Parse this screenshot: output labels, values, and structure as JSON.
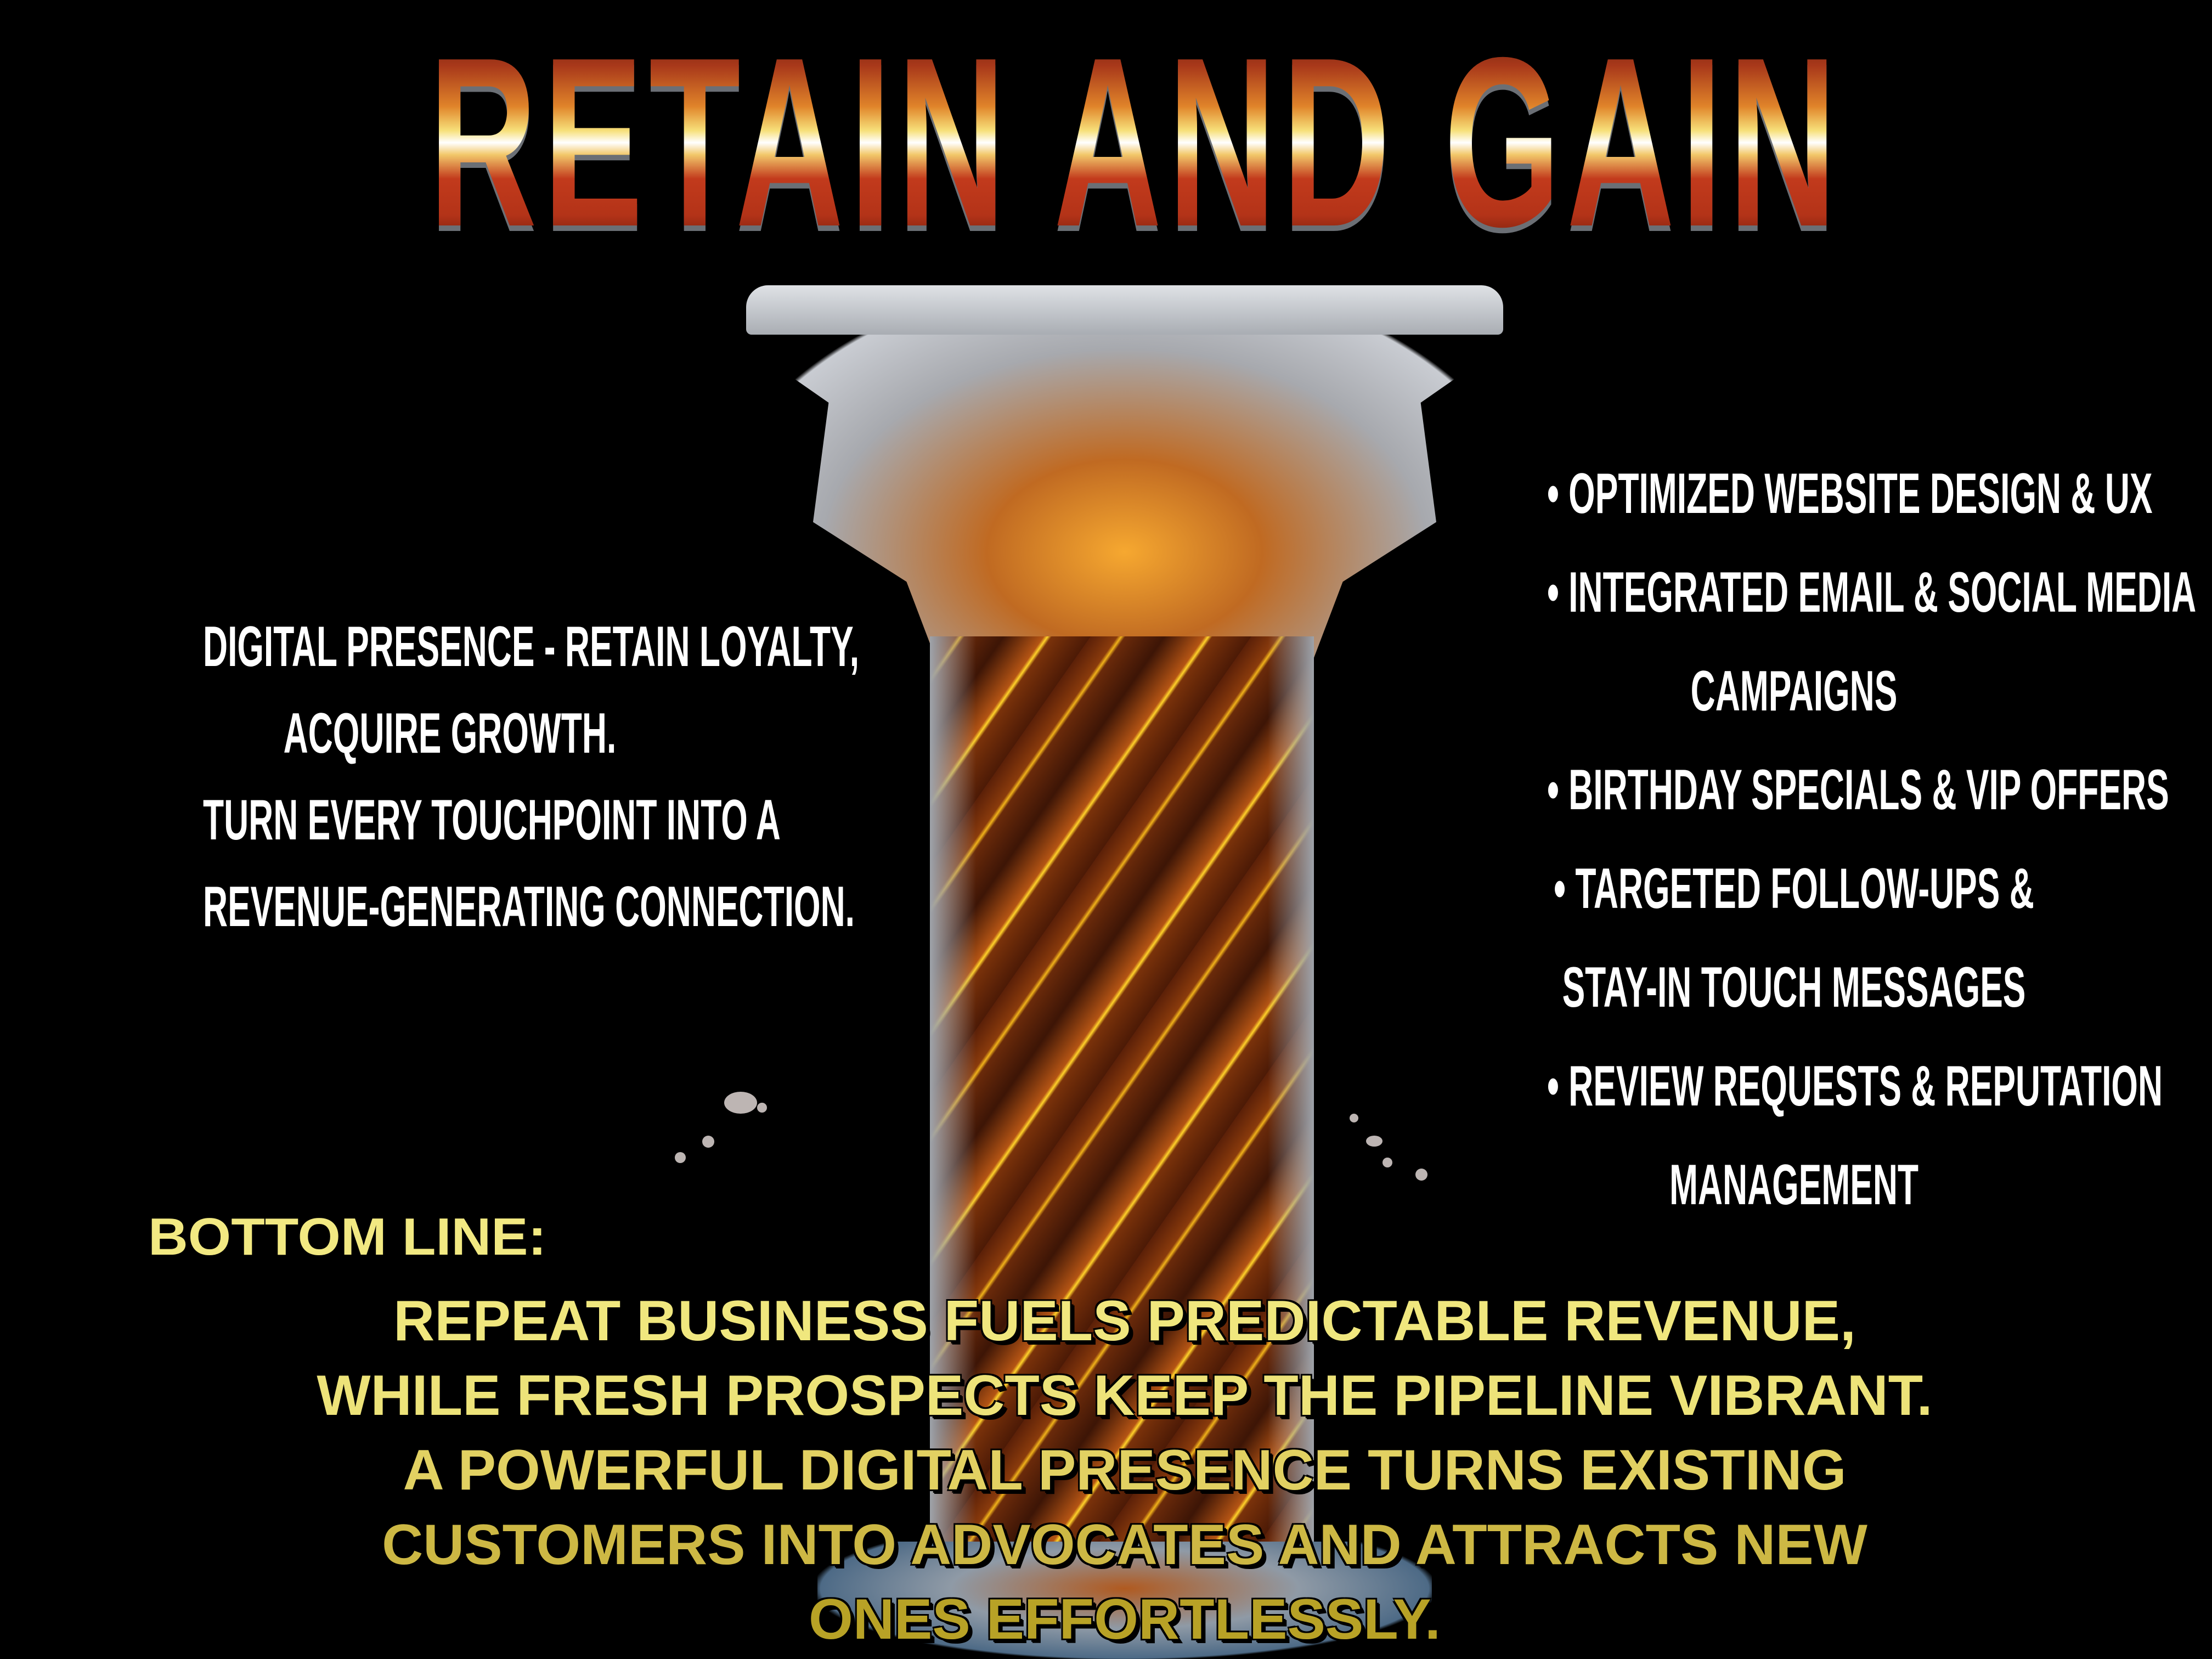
{
  "title": "RETAIN AND GAIN",
  "colors": {
    "background": "#000000",
    "title_gradient_dark": "#5a1a08",
    "title_gradient_red": "#c23a1c",
    "title_gradient_highlight": "#f7e07a",
    "title_shadow": "#6b6f75",
    "body_text": "#ffffff",
    "bottom_text_light": "#f2e982",
    "bottom_text_dark": "#b8a226"
  },
  "left_block": {
    "lines": [
      "DIGITAL PRESENCE - RETAIN LOYALTY,",
      "ACQUIRE GROWTH.",
      "TURN EVERY TOUCHPOINT INTO A",
      "REVENUE-GENERATING CONNECTION."
    ]
  },
  "right_block": {
    "lines": [
      "• OPTIMIZED WEBSITE DESIGN & UX",
      "• INTEGRATED EMAIL & SOCIAL MEDIA",
      "CAMPAIGNS",
      "• BIRTHDAY SPECIALS & VIP OFFERS",
      "• TARGETED FOLLOW-UPS &",
      "STAY-IN TOUCH MESSAGES",
      "• REVIEW REQUESTS & REPUTATION",
      "MANAGEMENT"
    ]
  },
  "bottom": {
    "label": "BOTTOM LINE:",
    "lines": [
      "REPEAT BUSINESS FUELS PREDICTABLE REVENUE,",
      "WHILE FRESH PROSPECTS KEEP THE PIPELINE VIBRANT.",
      "A POWERFUL DIGITAL PRESENCE TURNS EXISTING",
      "CUSTOMERS INTO ADVOCATES AND ATTRACTS NEW",
      "ONES EFFORTLESSLY."
    ]
  },
  "illustration": {
    "subject": "corinthian-column-icon",
    "description": "Translucent marble Corinthian column with glowing orange lava veins"
  }
}
